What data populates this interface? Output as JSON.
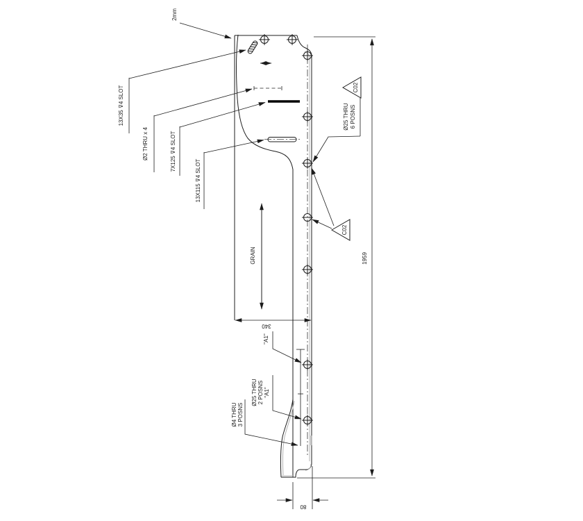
{
  "drawing": {
    "notes": {
      "gap": "2mm",
      "slot_13x35": "13X35 ⊽4 SLOT",
      "holes_o2": "Ø2 THRU x 4",
      "slot_7x125": "7X125 ⊽4 SLOT",
      "slot_13x115": "13X115 ⊽4 SLOT",
      "holes_o25_6_line1": "Ø25 THRU",
      "holes_o25_6_line2": "6 POSNS",
      "grain": "GRAIN",
      "datum_a1": "\"A1\"",
      "holes_o25_2_line1": "Ø25 THRU",
      "holes_o25_2_line2": "2 POSNS",
      "holes_o25_2_line3": "\"A1\"",
      "holes_o4_line1": "Ø4 THRU",
      "holes_o4_line2": "3 POSNS"
    },
    "dimensions": {
      "length": "1959",
      "width_top": "340",
      "width_bottom": "80"
    },
    "revision_flag": "C02",
    "colors": {
      "line": "#1c1c1c",
      "offset_line": "#b3b3b3",
      "background": "#ffffff"
    }
  }
}
